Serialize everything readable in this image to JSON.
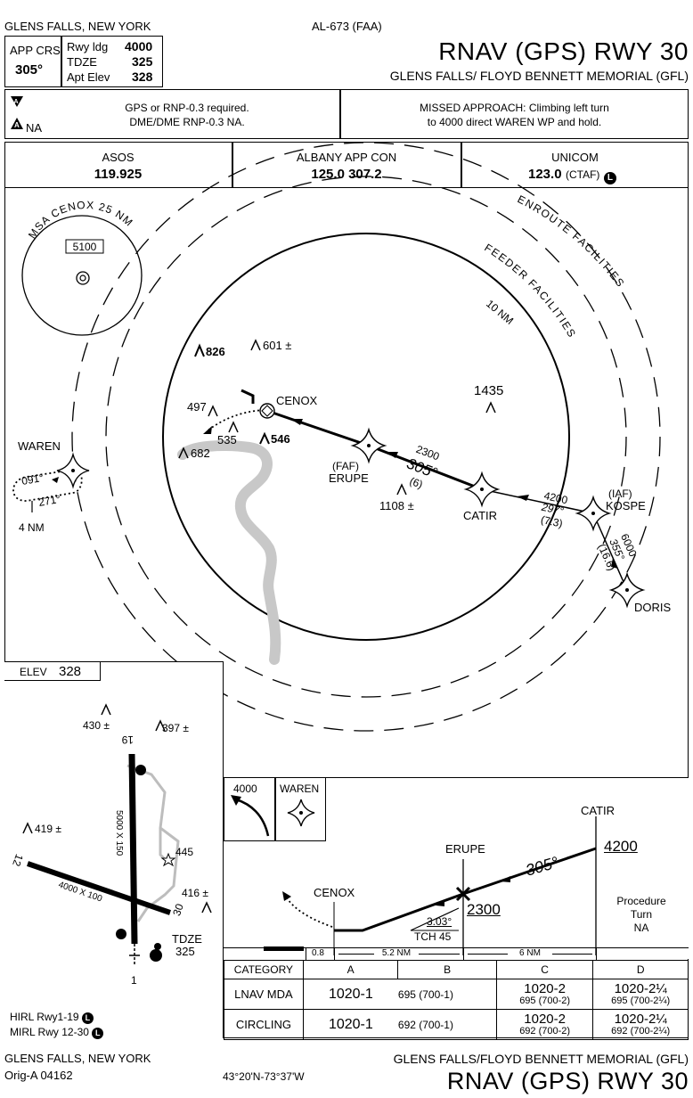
{
  "header": {
    "location_top": "GLENS FALLS, NEW YORK",
    "chart_id": "AL-673 (FAA)",
    "title": "RNAV (GPS) RWY 30",
    "airport_line": "GLENS FALLS/ FLOYD BENNETT MEMORIAL (GFL)",
    "app_crs_label": "APP CRS",
    "app_crs_value": "305°",
    "rwy_ldg_label": "Rwy ldg",
    "rwy_ldg_value": "4000",
    "tdze_label": "TDZE",
    "tdze_value": "325",
    "apt_elev_label": "Apt Elev",
    "apt_elev_value": "328"
  },
  "notes": {
    "na_label": "NA",
    "requirement_1": "GPS or RNP-0.3 required.",
    "requirement_2": "DME/DME RNP-0.3 NA.",
    "missed_1": "MISSED APPROACH: Climbing left turn",
    "missed_2": "to 4000 direct WAREN WP and hold."
  },
  "comms": {
    "asos_label": "ASOS",
    "asos_freq": "119.925",
    "app_label": "ALBANY APP CON",
    "app_freq": "125.0 307.2",
    "unicom_label": "UNICOM",
    "unicom_freq": "123.0",
    "unicom_ctaf": "(CTAF)",
    "ctaf_symbol": "L"
  },
  "plan": {
    "msa_label": "MSA CENOX 25 NM",
    "msa_alt": "5100",
    "enroute_label": "ENROUTE FACILITIES",
    "feeder_label": "FEEDER FACILITIES",
    "ring_10nm": "10 NM",
    "waren": "WAREN",
    "hold_in": "091°",
    "hold_out": "271°",
    "hold_leg": "4 NM",
    "cenox": "CENOX",
    "faf": "(FAF)",
    "erupe": "ERUPE",
    "catir": "CATIR",
    "iaf": "(IAF)",
    "kospe": "KOSPE",
    "doris": "DORIS",
    "seg1_alt": "2300",
    "seg1_crs": "305°",
    "seg1_dist": "(6)",
    "seg2_alt": "4200",
    "seg2_crs": "297°",
    "seg2_dist": "(7.3)",
    "seg3_alt": "6000",
    "seg3_crs": "355°",
    "seg3_dist": "(16.6)",
    "obs_826": "826",
    "obs_601": "601 ±",
    "obs_1435": "1435",
    "obs_497": "497",
    "obs_535": "535",
    "obs_546": "546",
    "obs_682": "682",
    "obs_1108": "1108 ±"
  },
  "airport": {
    "elev_label": "ELEV",
    "elev_value": "328",
    "obs_430": "430 ±",
    "obs_397": "397 ±",
    "obs_419": "419 ±",
    "obs_445": "445",
    "obs_416": "416 ±",
    "rwy_1": "1",
    "rwy_19": "19",
    "rwy_12": "12",
    "rwy_30": "30",
    "rwy_dim_1": "5000 X 150",
    "rwy_dim_2": "4000 X 100",
    "tdze_label": "TDZE",
    "tdze_value": "325",
    "lighting_1": "HIRL Rwy1-19",
    "lighting_2": "MIRL Rwy 12-30",
    "lighting_symbol": "L"
  },
  "profile": {
    "missed_alt": "4000",
    "missed_fix": "WAREN",
    "catir": "CATIR",
    "catir_alt": "4200",
    "erupe": "ERUPE",
    "erupe_alt": "2300",
    "cenox": "CENOX",
    "course": "305°",
    "gpa": "3.03°",
    "tch": "TCH 45",
    "pt_1": "Procedure",
    "pt_2": "Turn",
    "pt_3": "NA",
    "dist_a": "0.8",
    "dist_b": "5.2 NM",
    "dist_c": "6 NM"
  },
  "minimums": {
    "category_label": "CATEGORY",
    "cats": [
      "A",
      "B",
      "C",
      "D"
    ],
    "rows": [
      {
        "label": "LNAV MDA",
        "a": "1020-1",
        "b": "695 (700-1)",
        "c1": "1020-2",
        "c2": "695 (700-2)",
        "d1": "1020-2¼",
        "d2": "695 (700-2¼)"
      },
      {
        "label": "CIRCLING",
        "a": "1020-1",
        "b": "692 (700-1)",
        "c1": "1020-2",
        "c2": "692 (700-2)",
        "d1": "1020-2¼",
        "d2": "692 (700-2¼)"
      }
    ]
  },
  "footer": {
    "location": "GLENS FALLS, NEW YORK",
    "amendment": "Orig-A 04162",
    "coords": "43°20'N-73°37'W",
    "airport_line": "GLENS FALLS/FLOYD BENNETT MEMORIAL (GFL)",
    "title": "RNAV (GPS) RWY 30"
  }
}
